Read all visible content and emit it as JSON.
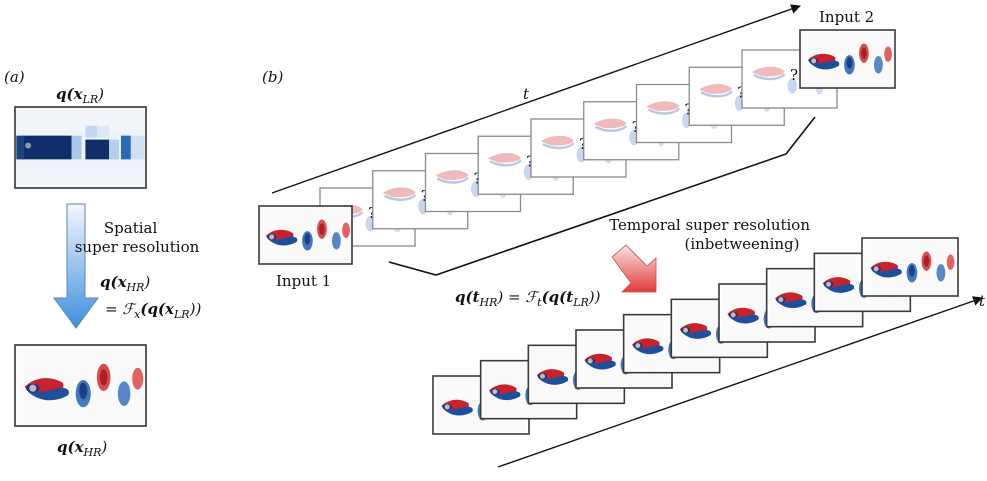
{
  "panel_a": {
    "label": "(a)",
    "q_low": "q(x",
    "q_low_sub": "LR",
    "q_low_close": ")",
    "spatial_title_1": "Spatial",
    "spatial_title_2": "super resolution",
    "eq_line1": "q(x",
    "eq_line1_sub": "HR",
    "eq_line1_close": ")",
    "eq_line2_prefix": "= ℱ",
    "eq_line2_sub_x": "x",
    "eq_line2_body": "(q(x",
    "eq_line2_sub": "LR",
    "eq_line2_close": "))",
    "q_high": "q(x",
    "q_high_sub": "HR",
    "q_high_close": ")"
  },
  "panel_b": {
    "label": "(b)",
    "time_label": "t",
    "input1": "Input 1",
    "input2": "Input 2",
    "unknown_mark": "?",
    "temporal_title_1": "Temporal super resolution",
    "temporal_title_2": "(inbetweening)",
    "eq_prefix": "q(t",
    "eq_sub_hr": "HR",
    "eq_mid": ") = ℱ",
    "eq_sub_t": "t",
    "eq_body": "(q(t",
    "eq_sub_lr": "LR",
    "eq_close": "))",
    "time_label_2": "t"
  },
  "colors": {
    "spatial_text": "#3b8fe0",
    "temporal_text": "#d2232a",
    "arrow_blue_top": "#f4f8fd",
    "arrow_blue_bottom": "#3d8ede",
    "arrow_red_top": "#fbe3e3",
    "arrow_red_bottom": "#e23b3b",
    "vortex_red": "#c8232c",
    "vortex_blue": "#1f4f9a"
  }
}
